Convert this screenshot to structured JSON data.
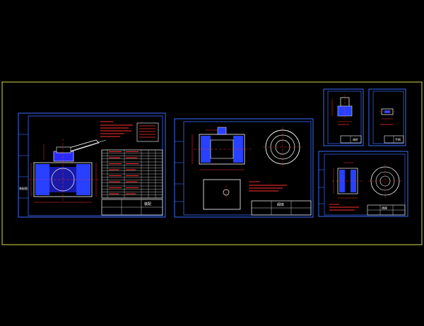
{
  "colors": {
    "background": "#000000",
    "model_border": "#d8d84a",
    "sheet_frame": "#3a6cff",
    "part_outline": "#ffffff",
    "section_line": "#3a5cff",
    "dimension": "#ff3030",
    "hatch": "#3050ff",
    "title_block": "#ffffff"
  },
  "sheets": [
    {
      "id": "sheet-1",
      "title_block": "装配",
      "note_count": 6,
      "bom_rows": 16
    },
    {
      "id": "sheet-2",
      "title_block": "阀体",
      "note_count": 3
    },
    {
      "id": "sheet-3",
      "title_block": "阀杆",
      "note_count": 1
    },
    {
      "id": "sheet-4",
      "title_block": "手柄",
      "note_count": 1
    },
    {
      "id": "sheet-5",
      "title_block": "阀座",
      "note_count": 3
    }
  ]
}
